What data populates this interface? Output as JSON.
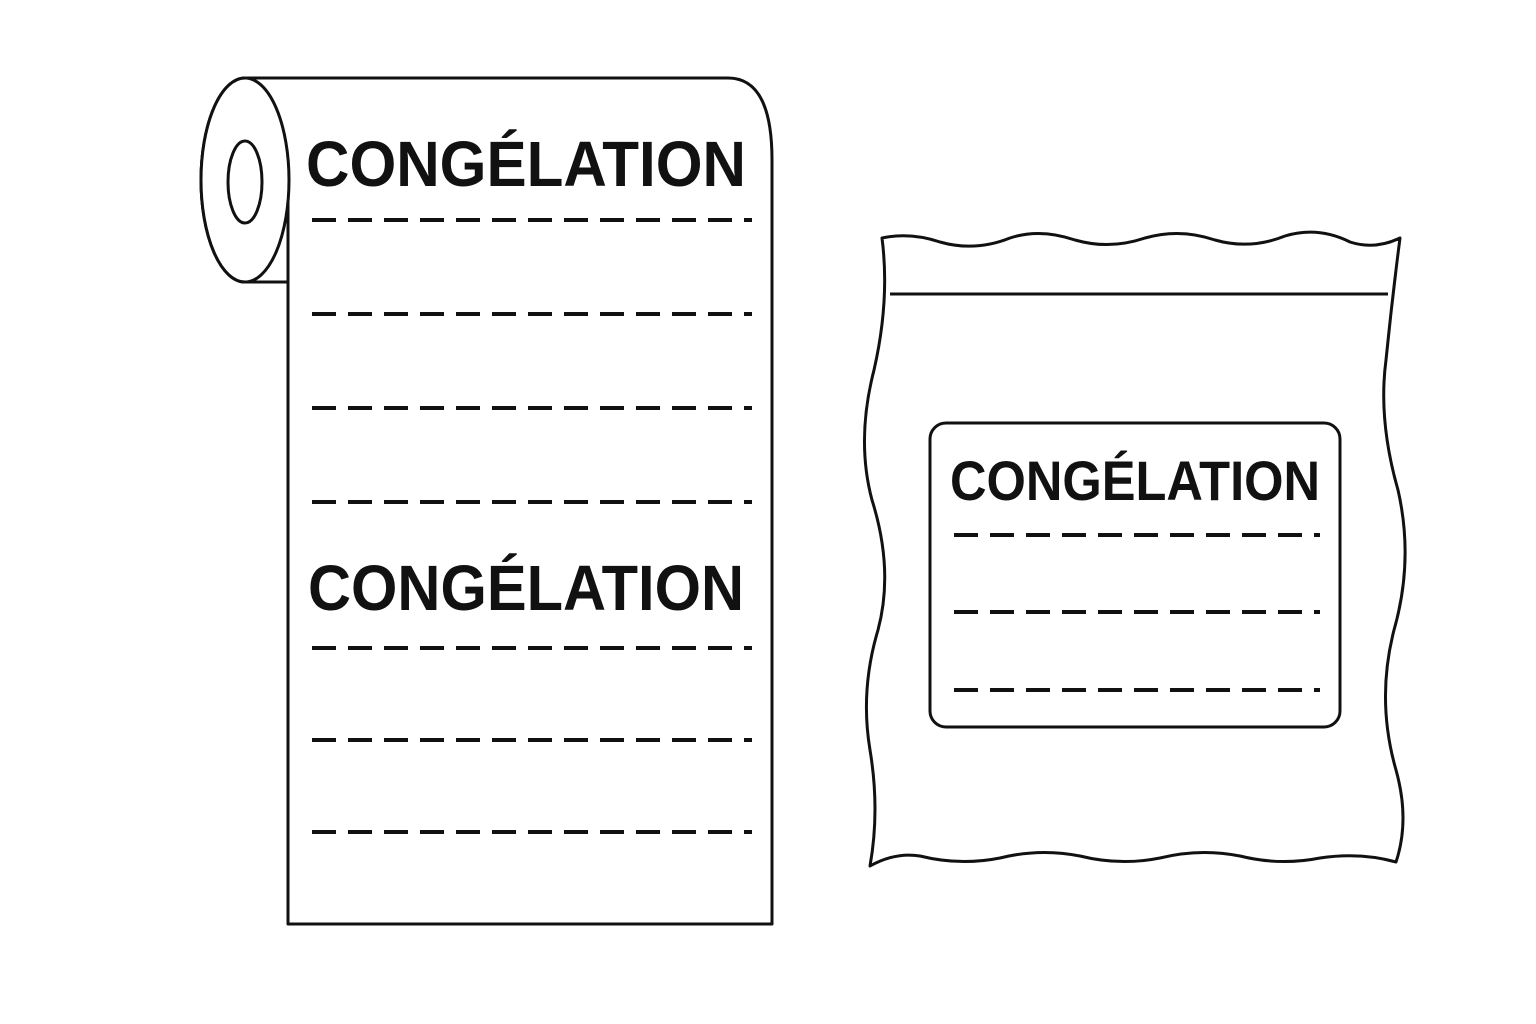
{
  "roll": {
    "labels": [
      {
        "title": "CONGÉLATION"
      },
      {
        "title": "CONGÉLATION"
      }
    ]
  },
  "bag": {
    "label": {
      "title": "CONGÉLATION"
    }
  }
}
